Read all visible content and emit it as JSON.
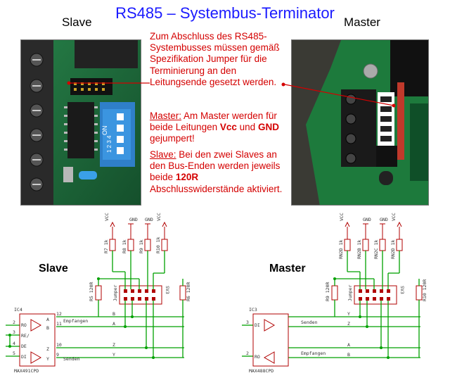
{
  "title": "RS485 – Systembus-Terminator",
  "labels": {
    "slave": "Slave",
    "master": "Master"
  },
  "note": {
    "intro": "Zum Abschluss des RS485-Systembusses müssen gemäß Spezifikation Jumper für die Terminierung an den Leitungsende gesetzt werden.",
    "master_head": "Master:",
    "master_a": "Am Master werden für beide Leitungen",
    "master_vcc": "Vcc",
    "master_und": "und",
    "master_gnd": "GND",
    "master_b": "gejumpert!",
    "slave_head": "Slave:",
    "slave_a": "Bei den zwei Slaves an den Bus-Enden werden jeweils beide",
    "slave_120r": "120R",
    "slave_b": "Abschlusswiderstände aktiviert."
  },
  "photo": {
    "dip_on": "ON",
    "dip_nums": "1 2 3 4"
  },
  "schematic_slave": {
    "ic": "IC4",
    "ic_part": "MAX491CPD",
    "pins_left": [
      "RO",
      "RE/",
      "DE",
      "DI"
    ],
    "pins_left_nums": [
      "2",
      "3",
      "4",
      "5"
    ],
    "pin_right_a": "A",
    "pin_right_b": "B",
    "pin_right_z": "Z",
    "pin_right_y": "Y",
    "pin_nums_right": [
      "12",
      "11",
      "10",
      "9"
    ],
    "net_rx": "Empfangen",
    "net_tx": "Senden",
    "rails": [
      "VCC",
      "GND",
      "GND",
      "VCC"
    ],
    "res_top": [
      "R7 1k",
      "R8 1k",
      "R9 1k",
      "R10 1k"
    ],
    "res_left": "R5 120R",
    "res_right": "R6 120R",
    "jumper": "Jumper",
    "jumper_ref": "SV3",
    "bus": [
      "B",
      "A",
      "Z",
      "Y"
    ]
  },
  "schematic_master": {
    "ic": "IC3",
    "ic_part": "MAX488CPD",
    "pins_left": [
      "DI",
      "RO"
    ],
    "pins_left_nums": [
      "3",
      "2"
    ],
    "net_tx": "Senden",
    "net_rx": "Empfangen",
    "rails": [
      "VCC",
      "GND",
      "GND",
      "VCC"
    ],
    "res_top": [
      "RN2D 1k",
      "RN2B 1k",
      "RN2C 1k",
      "RN2D 1k"
    ],
    "res_left": "R9 120R",
    "res_right": "R10 120R",
    "jumper": "Jumper",
    "jumper_ref": "SV3",
    "bus": [
      "Y",
      "Z",
      "A",
      "B"
    ]
  },
  "colors": {
    "title": "#1a1aff",
    "note": "#d40000",
    "wire": "#00a000",
    "part": "#b00000"
  }
}
